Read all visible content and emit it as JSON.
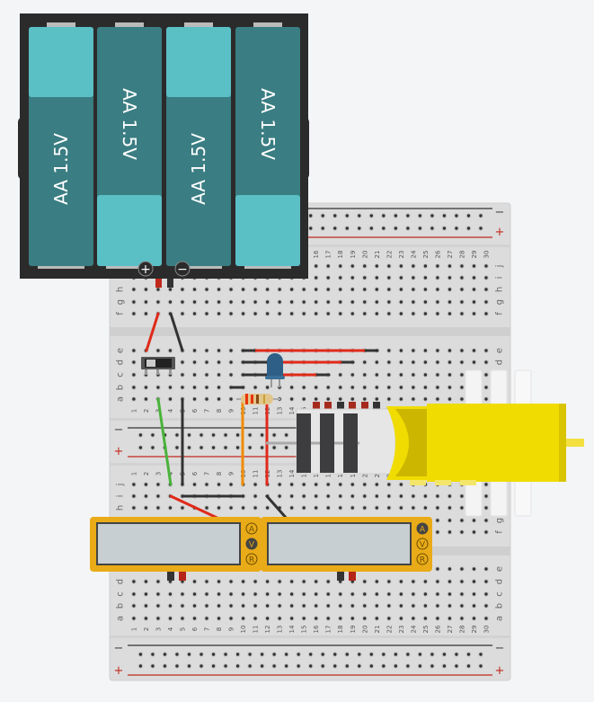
{
  "breadboard": {
    "columns": 30,
    "rows_top": [
      "j",
      "i",
      "h",
      "g",
      "f"
    ],
    "rows_bottom": [
      "e",
      "d",
      "c",
      "b",
      "a"
    ],
    "rail_minus": "−",
    "rail_plus": "+"
  },
  "battery": {
    "cells": [
      {
        "label": "AA 1.5V"
      },
      {
        "label": "AA 1.5V"
      },
      {
        "label": "AA 1.5V"
      },
      {
        "label": "AA 1.5V"
      }
    ],
    "plus": "+",
    "minus": "−"
  },
  "multimeters": [
    {
      "modes": [
        "A",
        "V",
        "R"
      ],
      "selected": "V"
    },
    {
      "modes": [
        "A",
        "V",
        "R"
      ],
      "selected": "A"
    }
  ],
  "colors": {
    "battery_light": "#5bbfc6",
    "battery_dark": "#3a7d82",
    "multimeter": "#e9ab17",
    "motor": "#f0dc00",
    "wire_red": "#e02a1a",
    "wire_black": "#333333",
    "wire_green": "#49b33a",
    "wire_orange": "#f08c00",
    "led": "#2e5f86"
  }
}
